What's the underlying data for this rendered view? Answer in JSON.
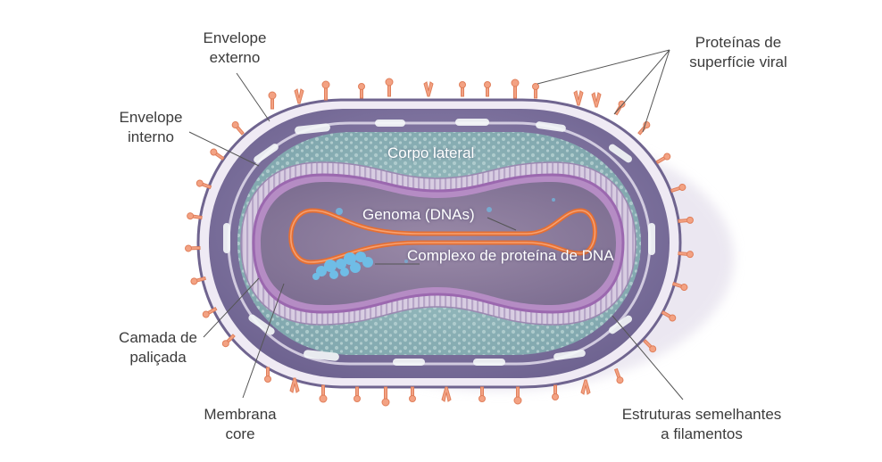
{
  "labels": {
    "envelope_externo": [
      "Envelope",
      "externo"
    ],
    "envelope_interno": [
      "Envelope",
      "interno"
    ],
    "proteinas_superficie": [
      "Proteínas de",
      "superfície viral"
    ],
    "camada_palicada": [
      "Camada de",
      "paliçada"
    ],
    "membrana_core": [
      "Membrana",
      "core"
    ],
    "estruturas_filamentos": [
      "Estruturas semelhantes",
      "a filamentos"
    ],
    "corpo_lateral": "Corpo lateral",
    "genoma": "Genoma (DNAs)",
    "complexo": [
      "Complexo de",
      "proteína de DNA"
    ]
  },
  "colors": {
    "outer_envelope": "#6f648f",
    "viral_body": "#8f83ad",
    "lateral_body": "#8fb3b7",
    "palisade": "#d7cce0",
    "core_membrane": "#a472b5",
    "core": "#8a7a99",
    "genome": "#e56f33",
    "dna_protein_complex": "#6fbde6",
    "surface_protein": "#f3a283",
    "label_text": "#3b3b3b",
    "leader_line": "#555555"
  }
}
